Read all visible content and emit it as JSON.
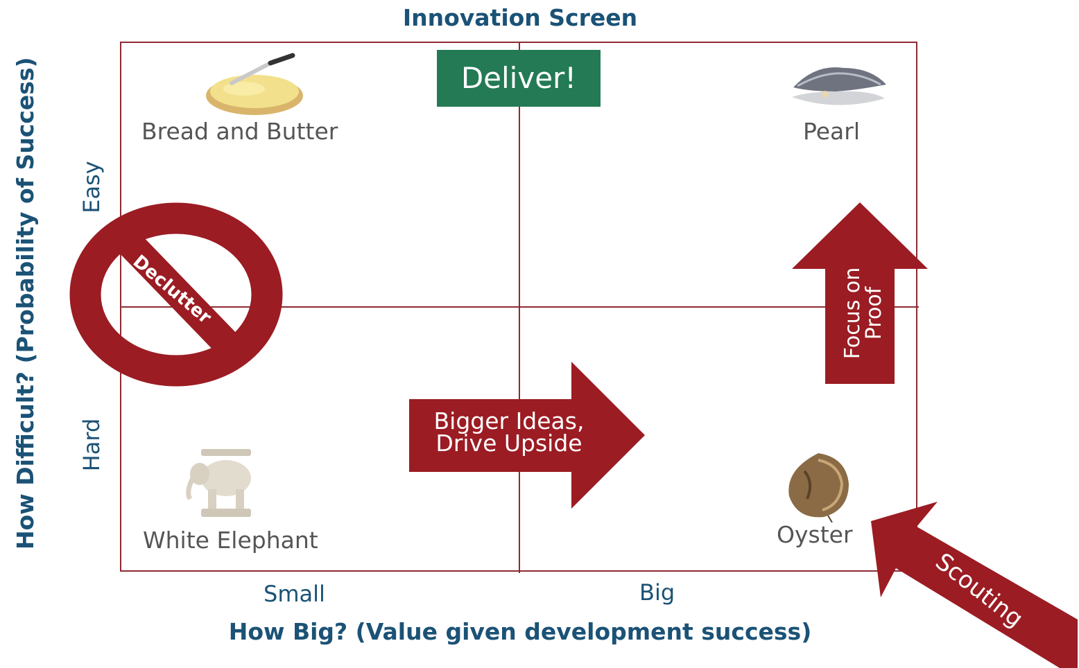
{
  "title": "Innovation Screen",
  "y_axis_title": "How Difficult? (Probability of Success)",
  "x_axis_title": "How Big? (Value given development success)",
  "y_levels": {
    "top": "Easy",
    "bottom": "Hard"
  },
  "x_levels": {
    "left": "Small",
    "right": "Big"
  },
  "quadrants": {
    "top_left": {
      "label": "Bread and Butter",
      "icon": "bread-butter-icon"
    },
    "top_right": {
      "label": "Pearl",
      "icon": "pearl-oyster-icon"
    },
    "bottom_left": {
      "label": "White Elephant",
      "icon": "white-elephant-icon"
    },
    "bottom_right": {
      "label": "Oyster",
      "icon": "oyster-icon"
    }
  },
  "deliver": "Deliver!",
  "declutter": "Declutter",
  "arrows": {
    "bigger_line1": "Bigger Ideas,",
    "bigger_line2": "Drive Upside",
    "focus_line1": "Focus on",
    "focus_line2": "Proof",
    "scouting": "Scouting"
  },
  "colors": {
    "accent": "#9b1c23",
    "title": "#1b5276",
    "deliver": "#237a55",
    "grid": "#8e2a32"
  }
}
